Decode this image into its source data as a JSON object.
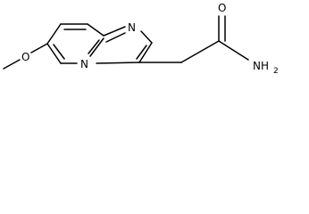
{
  "molecule": {
    "atoms": {
      "ring_n_top": "N",
      "ring_n_bridge": "N",
      "ether_o": "O",
      "carbonyl_o": "O",
      "amide_n": "NH",
      "amide_h_count": "2"
    }
  },
  "colors": {
    "bond": "#000000",
    "label": "#000000",
    "background": "#ffffff"
  }
}
